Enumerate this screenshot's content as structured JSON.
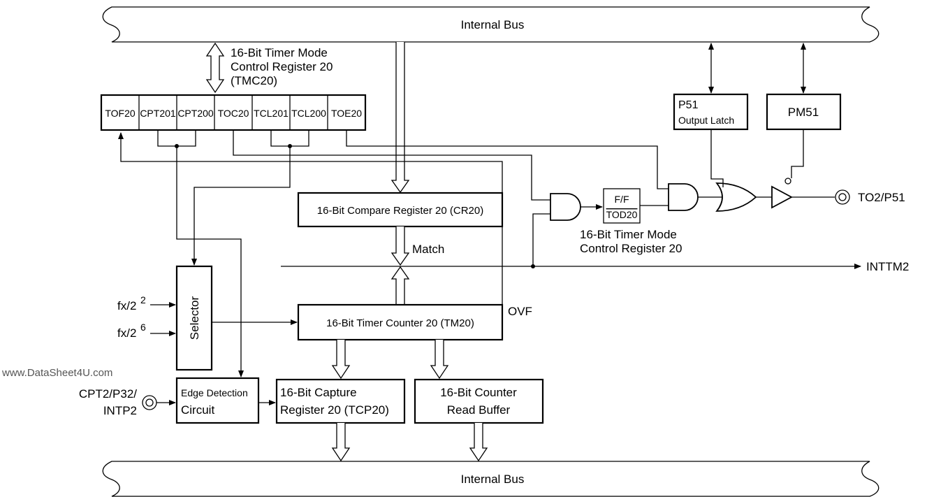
{
  "bus": {
    "top_label": "Internal Bus",
    "bottom_label": "Internal Bus"
  },
  "tmc20": {
    "title_line1": "16-Bit Timer Mode",
    "title_line2": "Control Register 20",
    "title_line3": "(TMC20)",
    "bits": [
      "TOF20",
      "CPT201",
      "CPT200",
      "TOC20",
      "TCL201",
      "TCL200",
      "TOE20"
    ]
  },
  "p51_latch": {
    "line1": "P51",
    "line2": "Output Latch"
  },
  "pm51": {
    "label": "PM51"
  },
  "cr20": {
    "label": "16-Bit Compare Register 20 (CR20)"
  },
  "match_label": "Match",
  "tod20": {
    "line1": "F/F",
    "line2": "TOD20",
    "caption_line1": "16-Bit Timer Mode",
    "caption_line2": "Control Register 20"
  },
  "pins": {
    "to2": "TO2/P51",
    "inttm2": "INTTM2",
    "cpt2_line1": "CPT2/P32/",
    "cpt2_line2": "INTP2"
  },
  "clocks": {
    "fx1_base": "fx/2",
    "fx1_exp": "2",
    "fx2_base": "fx/2",
    "fx2_exp": "6"
  },
  "selector": {
    "label": "Selector"
  },
  "tm20": {
    "label": "16-Bit Timer Counter 20 (TM20)"
  },
  "ovf_label": "OVF",
  "edge": {
    "line1": "Edge Detection",
    "line2": "Circuit"
  },
  "tcp20": {
    "line1": "16-Bit Capture",
    "line2": "Register 20 (TCP20)"
  },
  "read_buffer": {
    "line1": "16-Bit Counter",
    "line2": "Read Buffer"
  },
  "watermark": "www.DataSheet4U.com"
}
